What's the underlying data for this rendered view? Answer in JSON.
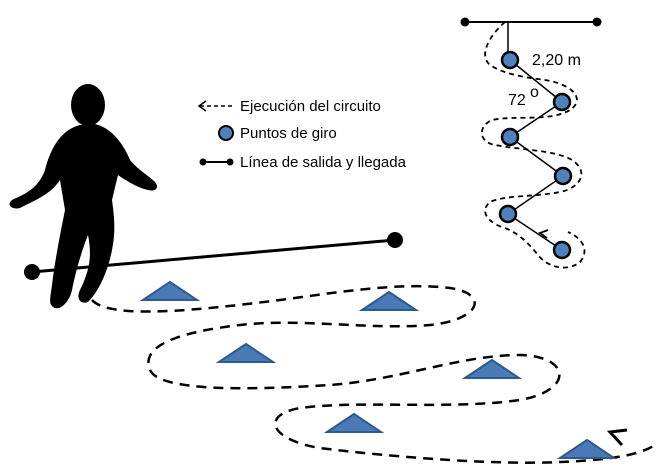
{
  "legend": {
    "items": [
      {
        "icon": "dashed-arrow-icon",
        "label": "Ejecución del circuito"
      },
      {
        "icon": "blue-dot-icon",
        "label": "Puntos de giro"
      },
      {
        "icon": "line-with-dots-icon",
        "label": "Línea de salida y llegada"
      }
    ]
  },
  "inset": {
    "distance_label": "2,20 m",
    "angle_label": "72",
    "angle_unit": "o"
  },
  "colors": {
    "cone_fill": "#4a7ab5",
    "cone_stroke": "#2e5a8e",
    "dot_fill": "#4f81bd",
    "ink": "#000000"
  }
}
